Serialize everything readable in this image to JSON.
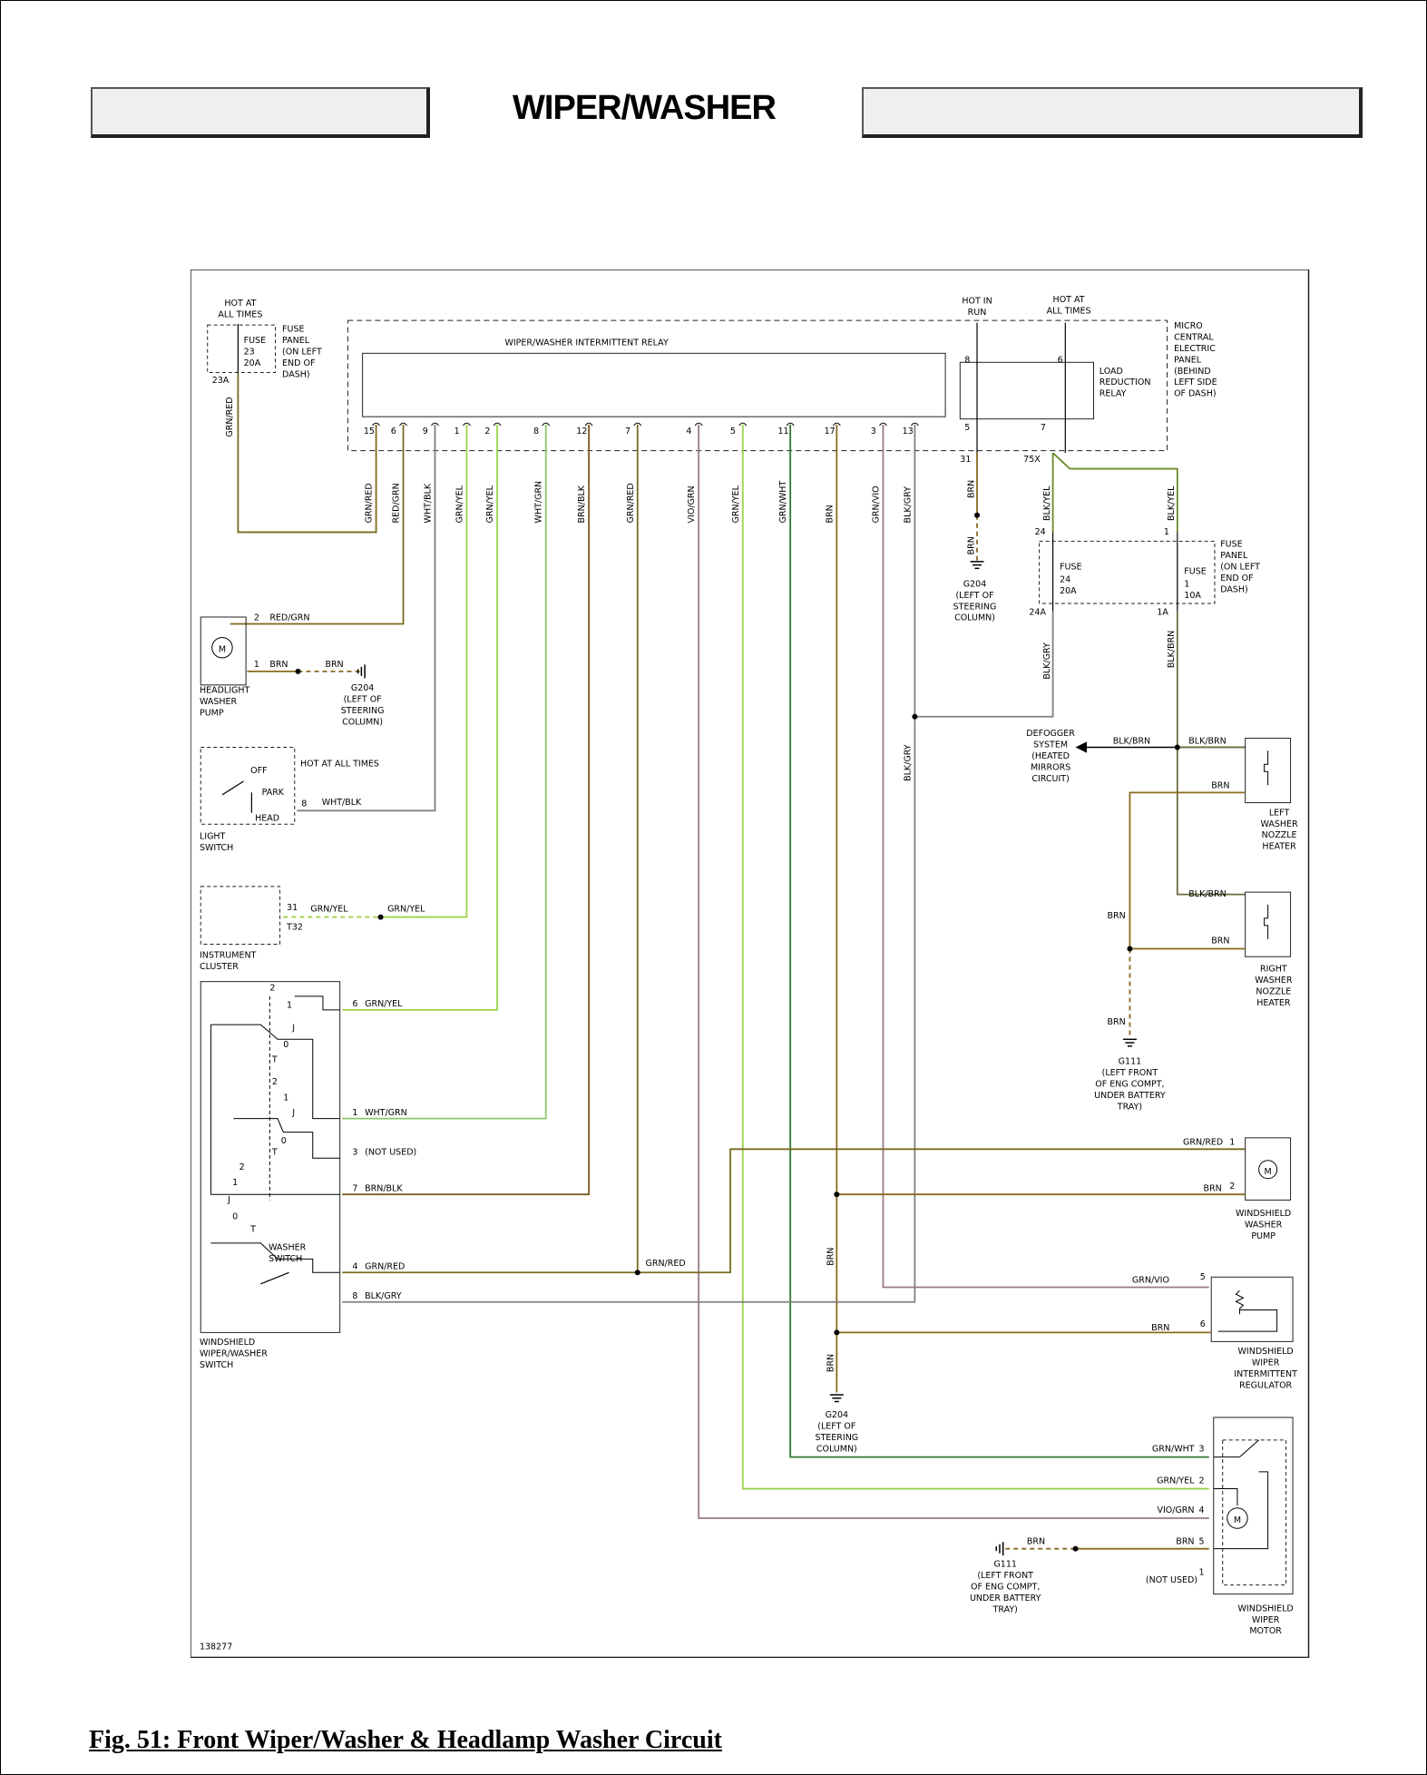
{
  "page": {
    "title": "WIPER/WASHER",
    "caption": "Fig. 51: Front Wiper/Washer & Headlamp Washer Circuit"
  },
  "colors": {
    "grn_red": "#7a6a1e",
    "red_grn": "#7a6a1e",
    "wht_blk": "#808080",
    "grn_yel": "#9ad34a",
    "wht_grn": "#8fc86a",
    "brn_blk": "#7a5a20",
    "vio_grn": "#9a7a8a",
    "grn_wht": "#2f7a2f",
    "brn": "#8a6a1e",
    "grn_vio": "#9a7a8a",
    "blk_gry": "#808080",
    "blk_yel": "#6a8a2a",
    "blk_brn": "#6a6a3a"
  },
  "diagram": {
    "id_number": "138277",
    "fuse_panel_left": {
      "hot": [
        "HOT AT",
        "ALL TIMES"
      ],
      "fuse": "FUSE",
      "fuse_num": "23",
      "amps": "20A",
      "term": "23A",
      "desc": [
        "FUSE",
        "PANEL",
        "(ON LEFT",
        "END OF",
        "DASH)"
      ]
    },
    "relay": {
      "label": "WIPER/WASHER INTERMITTENT RELAY",
      "pins": [
        "15",
        "6",
        "9",
        "1",
        "2",
        "8",
        "12",
        "7",
        "4",
        "5",
        "11",
        "17",
        "3",
        "13"
      ]
    },
    "micro": {
      "hot_run": [
        "HOT IN",
        "RUN"
      ],
      "hot_all": [
        "HOT AT",
        "ALL TIMES"
      ],
      "desc": [
        "MICRO",
        "CENTRAL",
        "ELECTRIC",
        "PANEL",
        "(BEHIND",
        "LEFT SIDE",
        "OF DASH)"
      ],
      "relay_desc": [
        "LOAD",
        "REDUCTION",
        "RELAY"
      ],
      "pin8": "8",
      "pin6": "6",
      "pin5": "5",
      "pin7": "7",
      "term31": "31",
      "term75x": "75X"
    },
    "wires": [
      "GRN/RED",
      "RED/GRN",
      "WHT/BLK",
      "GRN/YEL",
      "GRN/YEL",
      "WHT/GRN",
      "BRN/BLK",
      "GRN/RED",
      "VIO/GRN",
      "GRN/YEL",
      "GRN/WHT",
      "BRN",
      "GRN/VIO",
      "BLK/GRY"
    ],
    "ground_g204_top": {
      "wire": "BRN",
      "wire2": "BRN",
      "name": "G204",
      "desc": [
        "(LEFT OF",
        "STEERING",
        "COLUMN)"
      ]
    },
    "fuse_panel_right": {
      "wire_a": "BLK/YEL",
      "wire_b": "BLK/YEL",
      "term24": "24",
      "term1": "1",
      "fuse_a": "FUSE",
      "fuse_a_num": "24",
      "fuse_a_amps": "20A",
      "fuse_b": "FUSE",
      "fuse_b_num": "1",
      "fuse_b_amps": "10A",
      "term24a": "24A",
      "term1a": "1A",
      "desc": [
        "FUSE",
        "PANEL",
        "(ON LEFT",
        "END OF",
        "DASH)"
      ],
      "out_a": "BLK/GRY",
      "out_b": "BLK/BRN"
    },
    "headlight_pump": {
      "pin2": "2",
      "wire2": "RED/GRN",
      "pin1": "1",
      "wire1": "BRN",
      "wire1b": "BRN",
      "ground": "G204",
      "ground_desc": [
        "(LEFT OF",
        "STEERING",
        "COLUMN)"
      ],
      "desc": [
        "HEADLIGHT",
        "WASHER",
        "PUMP"
      ]
    },
    "light_switch": {
      "hot": "HOT AT ALL TIMES",
      "off": "OFF",
      "park": "PARK",
      "head": "HEAD",
      "pin": "8",
      "wire": "WHT/BLK",
      "desc": [
        "LIGHT",
        "SWITCH"
      ]
    },
    "instrument_cluster": {
      "pin": "31",
      "conn": "T32",
      "wire": "GRN/YEL",
      "wire2": "GRN/YEL",
      "desc": [
        "INSTRUMENT",
        "CLUSTER"
      ]
    },
    "defogger": {
      "wire": "BLK/BRN",
      "wire2": "BLK/BRN",
      "desc": [
        "DEFOGGER",
        "SYSTEM",
        "(HEATED",
        "MIRRORS",
        "CIRCUIT)"
      ]
    },
    "left_heater": {
      "wire": "BRN",
      "desc": [
        "LEFT",
        "WASHER",
        "NOZZLE",
        "HEATER"
      ]
    },
    "right_heater": {
      "wire_top": "BLK/BRN",
      "wire": "BRN",
      "desc": [
        "RIGHT",
        "WASHER",
        "NOZZLE",
        "HEATER"
      ]
    },
    "ground_g111_mid": {
      "wire": "BRN",
      "wire2": "BRN",
      "name": "G111",
      "desc": [
        "(LEFT FRONT",
        "OF ENG COMPT,",
        "UNDER BATTERY",
        "TRAY)"
      ]
    },
    "ws_switch": {
      "pins": [
        {
          "n": "6",
          "w": "GRN/YEL"
        },
        {
          "n": "1",
          "w": "WHT/GRN"
        },
        {
          "n": "3",
          "w": "(NOT USED)"
        },
        {
          "n": "7",
          "w": "BRN/BLK"
        },
        {
          "n": "4",
          "w": "GRN/RED"
        },
        {
          "n": "8",
          "w": "BLK/GRY"
        }
      ],
      "positions": [
        "2",
        "1",
        "J",
        "0",
        "T"
      ],
      "washer": [
        "WASHER",
        "SWITCH"
      ],
      "desc": [
        "WINDSHIELD",
        "WIPER/WASHER",
        "SWITCH"
      ],
      "splice_wire": "GRN/RED"
    },
    "ws_pump": {
      "pin1": "1",
      "wire1": "GRN/RED",
      "pin2": "2",
      "wire2": "BRN",
      "desc": [
        "WINDSHIELD",
        "WASHER",
        "PUMP"
      ]
    },
    "regulator": {
      "pin5": "5",
      "wire5": "GRN/VIO",
      "pin6": "6",
      "wire6": "BRN",
      "desc": [
        "WINDSHIELD",
        "WIPER",
        "INTERMITTENT",
        "REGULATOR"
      ]
    },
    "ground_g204_low": {
      "wire": "BRN",
      "wire2": "BRN",
      "name": "G204",
      "desc": [
        "(LEFT OF",
        "STEERING",
        "COLUMN)"
      ]
    },
    "wiper_motor": {
      "pins": [
        {
          "n": "3",
          "w": "GRN/WHT"
        },
        {
          "n": "2",
          "w": "GRN/YEL"
        },
        {
          "n": "4",
          "w": "VIO/GRN"
        },
        {
          "n": "5",
          "w": "BRN"
        },
        {
          "n": "1",
          "w": "(NOT USED)"
        }
      ],
      "desc": [
        "WINDSHIELD",
        "WIPER",
        "MOTOR"
      ]
    },
    "ground_g111_low": {
      "wire": "BRN",
      "name": "G111",
      "desc": [
        "(LEFT FRONT",
        "OF ENG COMPT,",
        "UNDER BATTERY",
        "TRAY)"
      ]
    },
    "motor_symbol": "M"
  }
}
